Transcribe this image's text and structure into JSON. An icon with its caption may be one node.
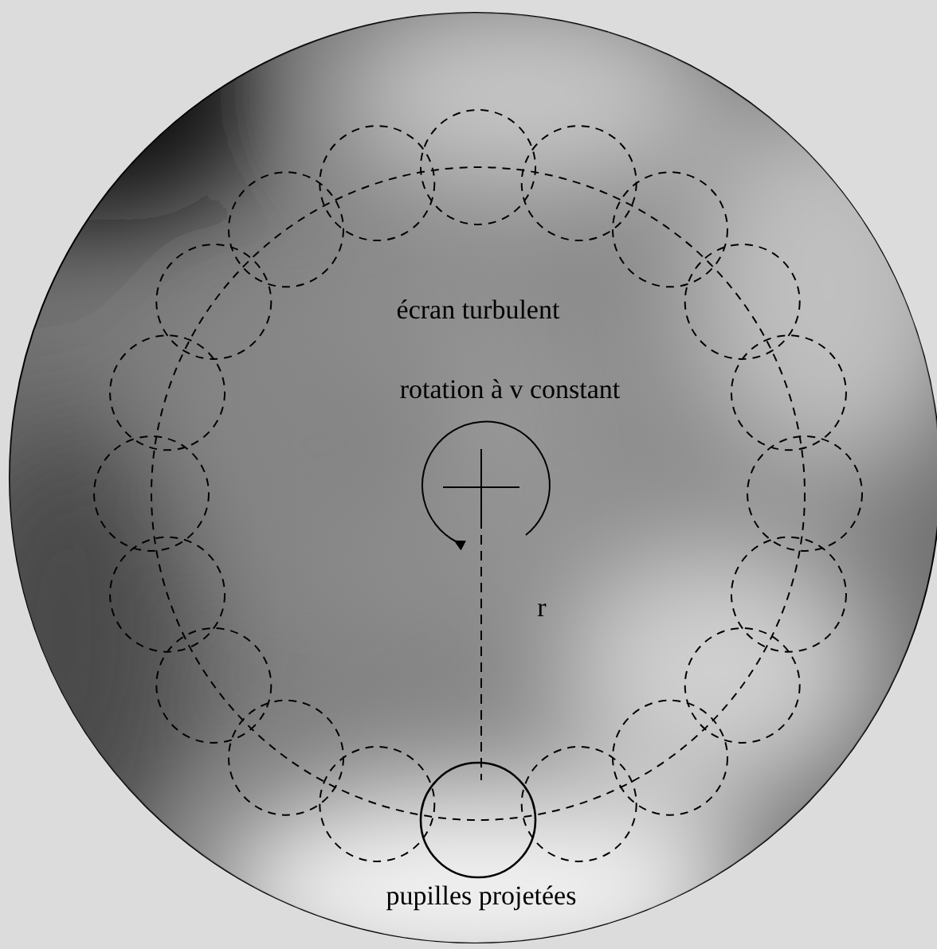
{
  "diagram": {
    "labels": [
      "écran turbulent",
      "rotation à v constant",
      "r",
      "pupilles projetées"
    ]
  }
}
